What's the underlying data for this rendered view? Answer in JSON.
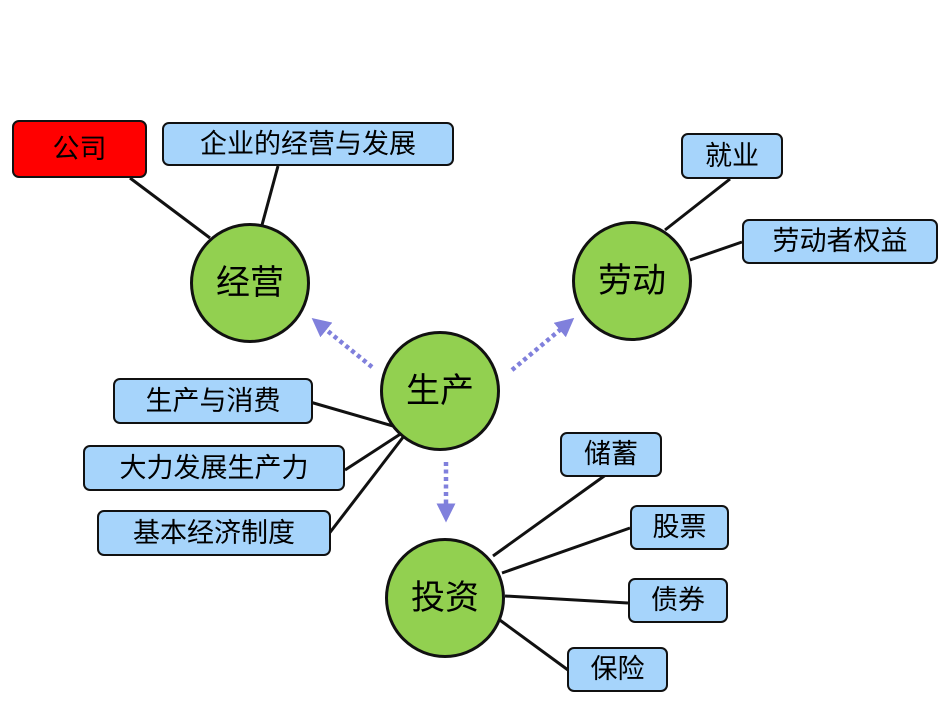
{
  "palette": {
    "node_fill": "#92d050",
    "box_fill": "#a6d4fb",
    "highlight_box_fill": "#ff0000",
    "arrow_color": "#8080dc",
    "line_color": "#111111"
  },
  "center": {
    "label": "生产"
  },
  "branches": {
    "management": {
      "label": "经营",
      "items": [
        "公司",
        "企业的经营与发展"
      ],
      "highlighted_item": "公司"
    },
    "labor": {
      "label": "劳动",
      "items": [
        "就业",
        "劳动者权益"
      ]
    },
    "investment": {
      "label": "投资",
      "items": [
        "储蓄",
        "股票",
        "债券",
        "保险"
      ]
    }
  },
  "center_items": [
    "生产与消费",
    "大力发展生产力",
    "基本经济制度"
  ]
}
